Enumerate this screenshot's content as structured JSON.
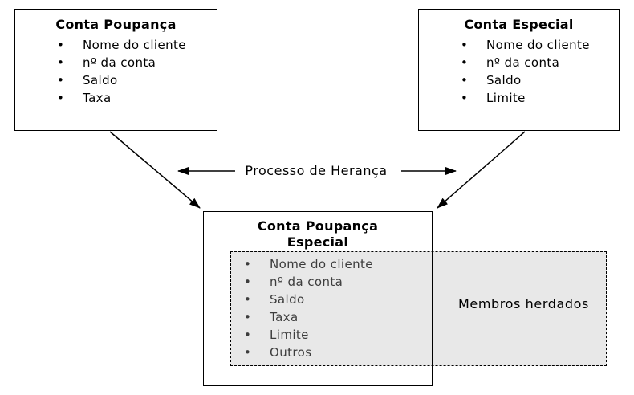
{
  "diagram": {
    "parent_left": {
      "title": "Conta Poupança",
      "members": [
        "Nome do cliente",
        "nº da conta",
        "Saldo",
        "Taxa"
      ]
    },
    "parent_right": {
      "title": "Conta Especial",
      "members": [
        "Nome do cliente",
        "nº da conta",
        "Saldo",
        "Limite"
      ]
    },
    "child": {
      "title": "Conta Poupança\nEspecial",
      "members": [
        "Nome do cliente",
        "nº da conta",
        "Saldo",
        "Taxa",
        "Limite",
        "Outros"
      ]
    },
    "process_label": "Processo de Herança",
    "inherited_label": "Membros herdados",
    "colors": {
      "background": "#ffffff",
      "line": "#000000",
      "inherited_fill": "#e8e8e8",
      "inherited_text": "#3d3d3d"
    }
  }
}
